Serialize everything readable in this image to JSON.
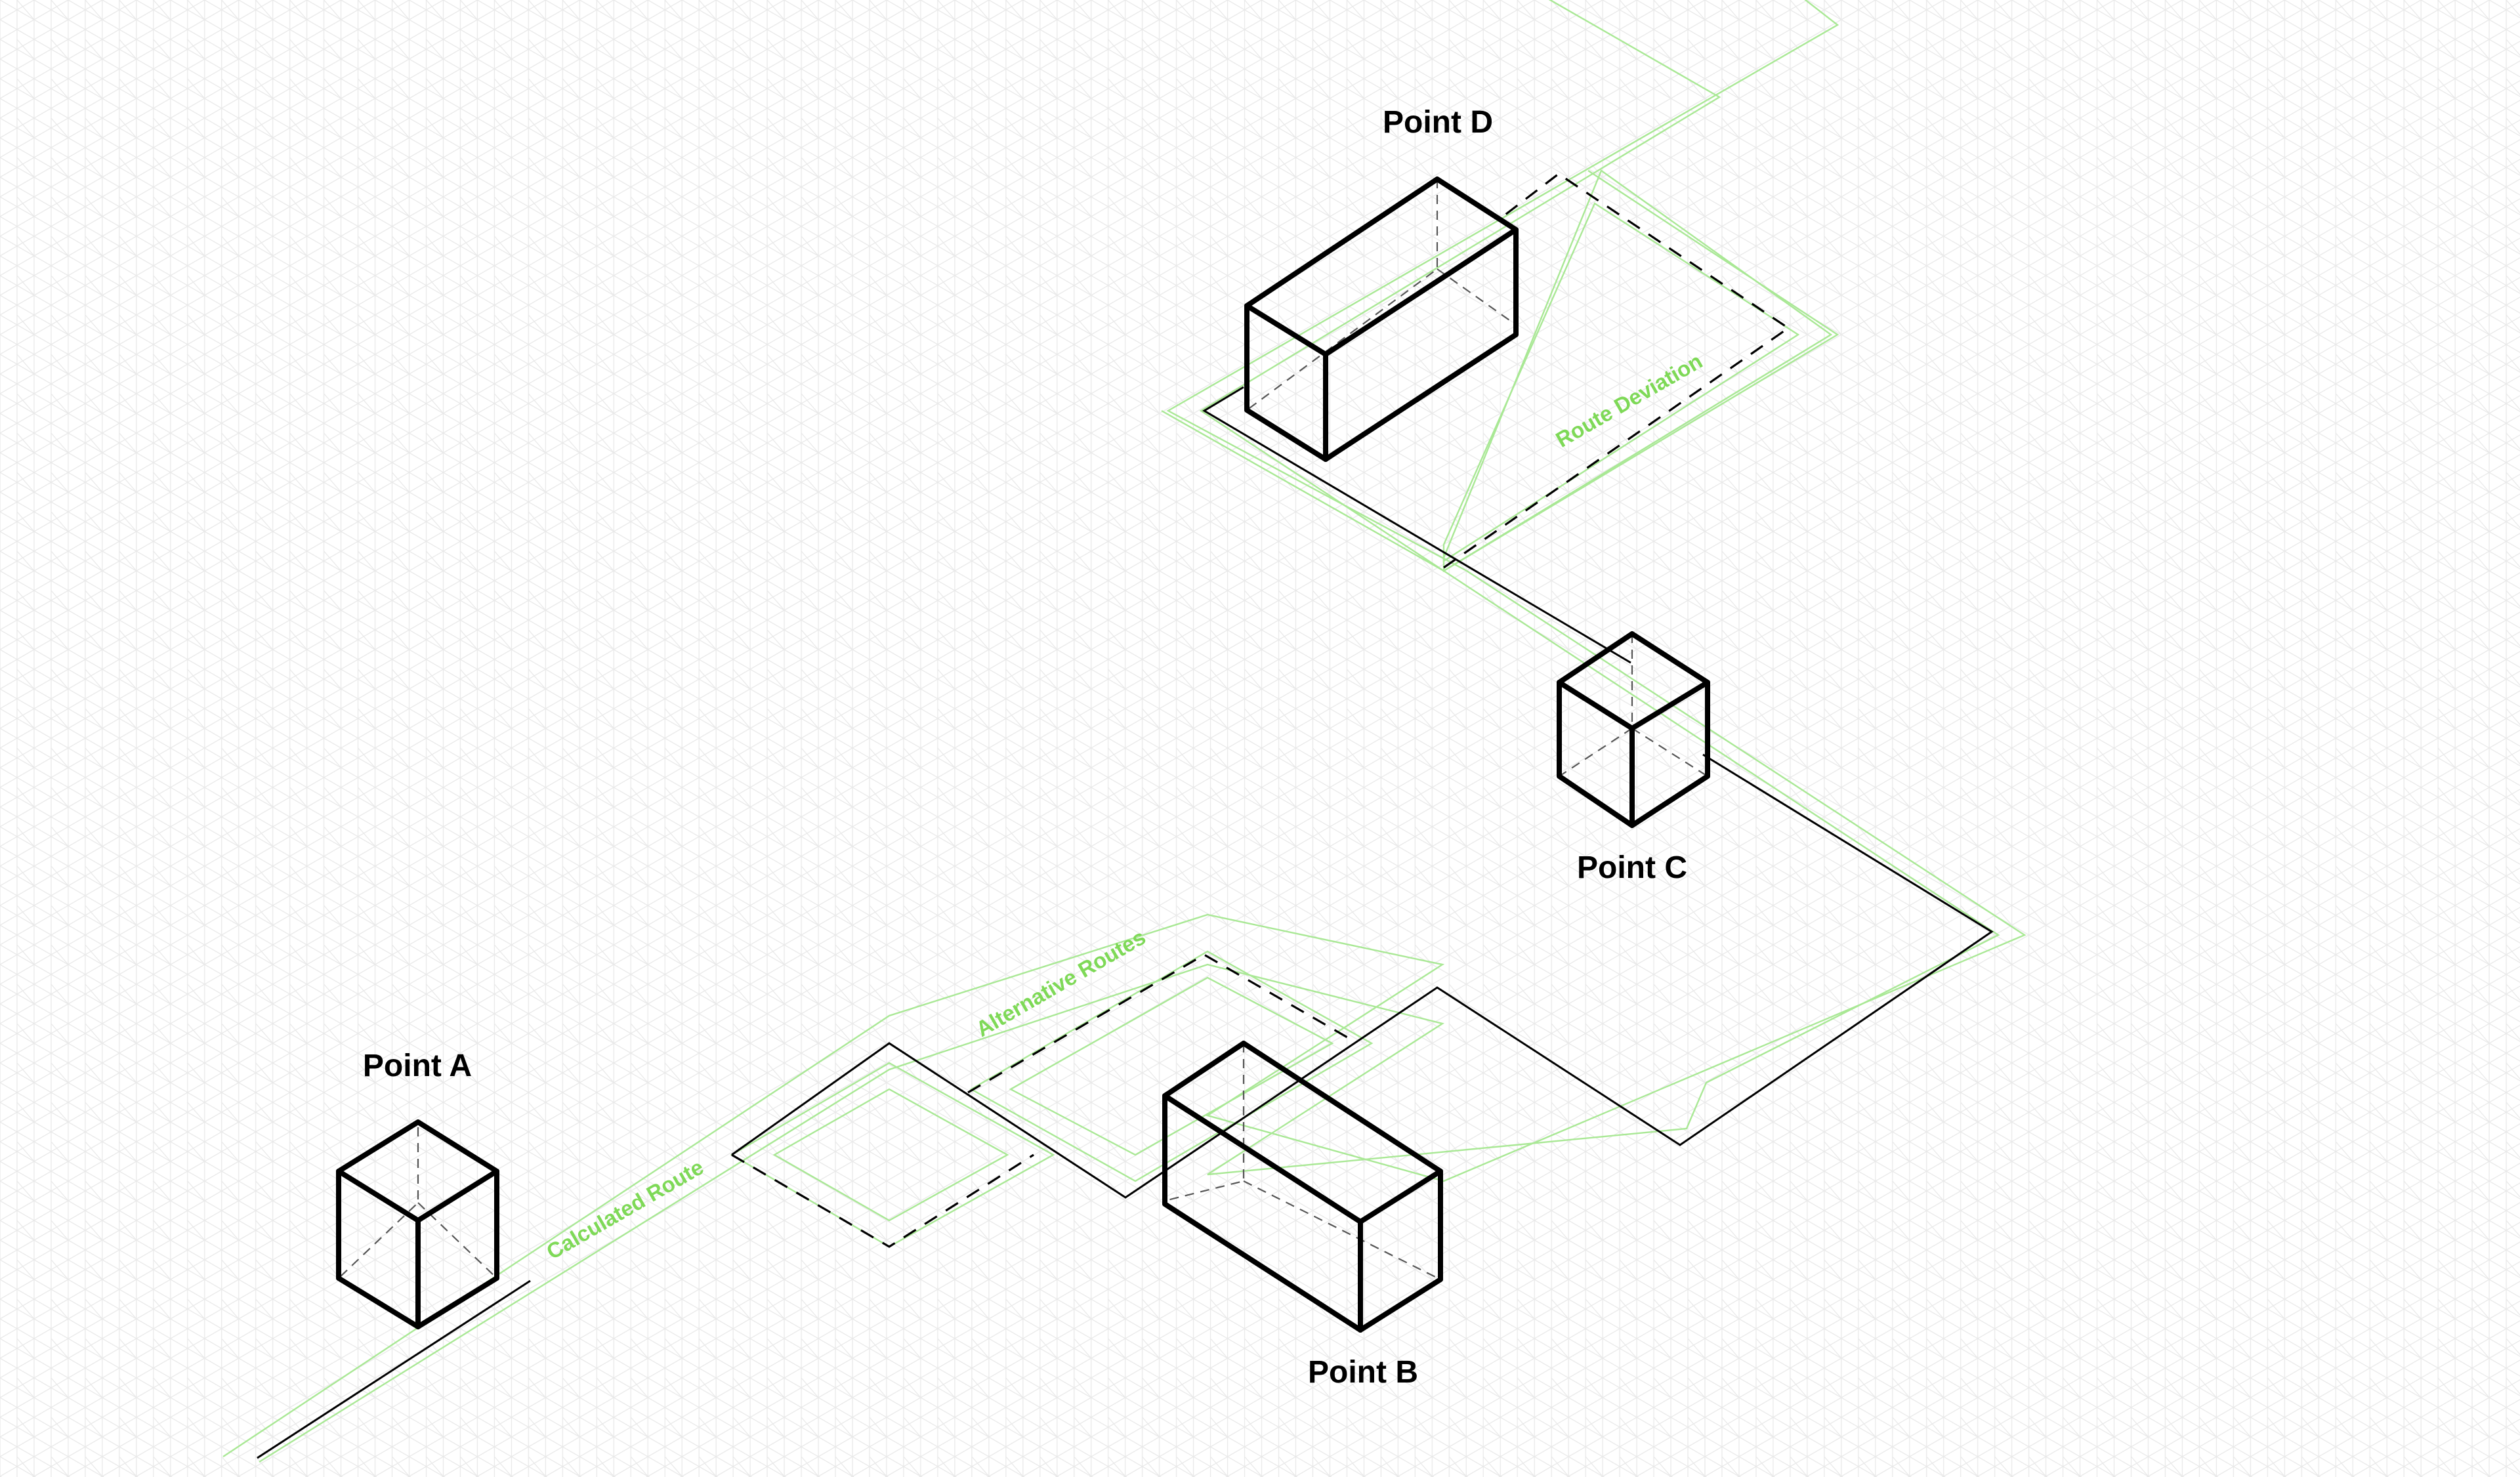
{
  "points": {
    "a": "Point A",
    "b": "Point B",
    "c": "Point C",
    "d": "Point D"
  },
  "route_labels": {
    "calculated": "Calculated Route",
    "alternative": "Alternative Routes",
    "deviation": "Route Deviation"
  },
  "colors": {
    "background": "#ffffff",
    "grid": "#e8e8e8",
    "accent_green": "#7ed957",
    "corridor_green": "#a9e895",
    "ink": "#000000"
  }
}
